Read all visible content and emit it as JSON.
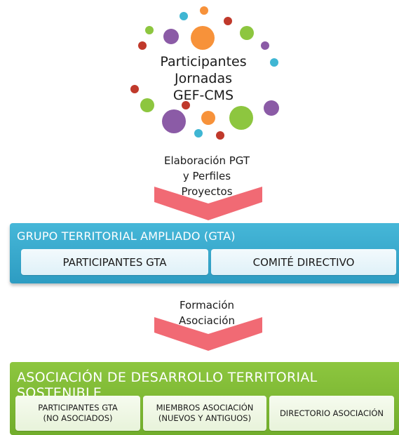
{
  "top_circle": {
    "title_lines": [
      "Participantes",
      "Jornadas",
      "GEF-CMS"
    ]
  },
  "step1": {
    "lines": [
      "Elaboración PGT",
      "y Perfiles",
      "Proyectos"
    ]
  },
  "gta": {
    "title": "GRUPO TERRITORIAL AMPLIADO (GTA)",
    "items": [
      "PARTICIPANTES GTA",
      "COMITÉ DIRECTIVO"
    ]
  },
  "step2": {
    "lines": [
      "Formación",
      "Asociación"
    ]
  },
  "adts": {
    "title": "ASOCIACIÓN DE DESARROLLO TERRITORIAL SOSTENIBLE",
    "items": [
      {
        "line1": "PARTICIPANTES GTA",
        "line2": "(NO ASOCIADOS)"
      },
      {
        "line1": "MIEMBROS ASOCIACIÓN",
        "line2": "(NUEVOS Y ANTIGUOS)"
      },
      {
        "line1": "DIRECTORIO ASOCIACIÓN",
        "line2": ""
      }
    ]
  },
  "colors": {
    "orange": "#f7923a",
    "purple": "#8b5ba6",
    "green": "#8dc63f",
    "red": "#c0392b",
    "teal": "#3fb6d3",
    "arrow": "#f16a74",
    "gta_blue": "#36a9d0",
    "adts_green": "#7ab833"
  }
}
